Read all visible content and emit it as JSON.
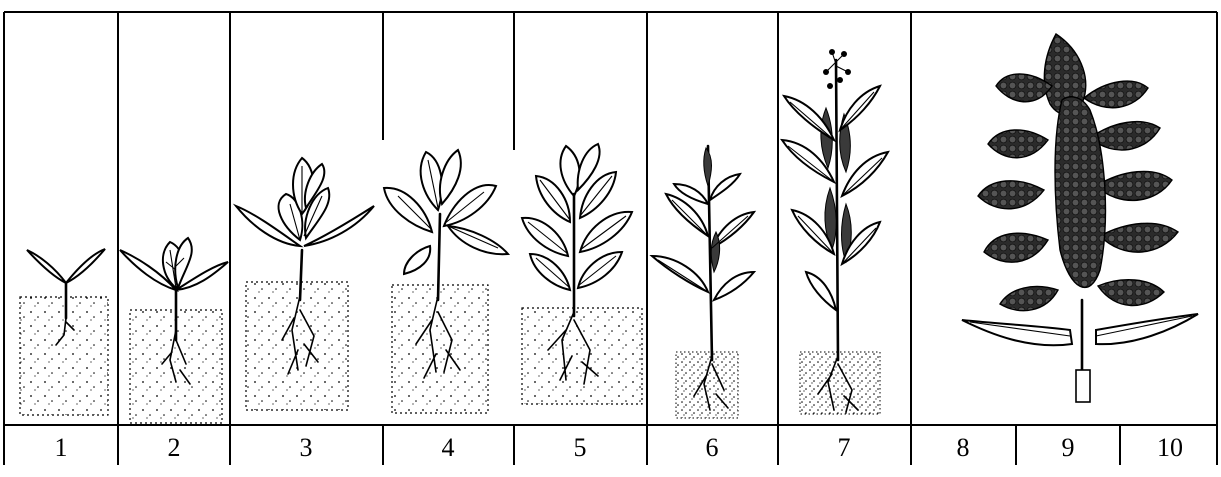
{
  "stages": [
    "1",
    "2",
    "3",
    "4",
    "5",
    "6",
    "7",
    "8",
    "9",
    "10"
  ],
  "colors": {
    "line": "#000000",
    "background": "#ffffff",
    "panicle": "#2b2b2b"
  }
}
